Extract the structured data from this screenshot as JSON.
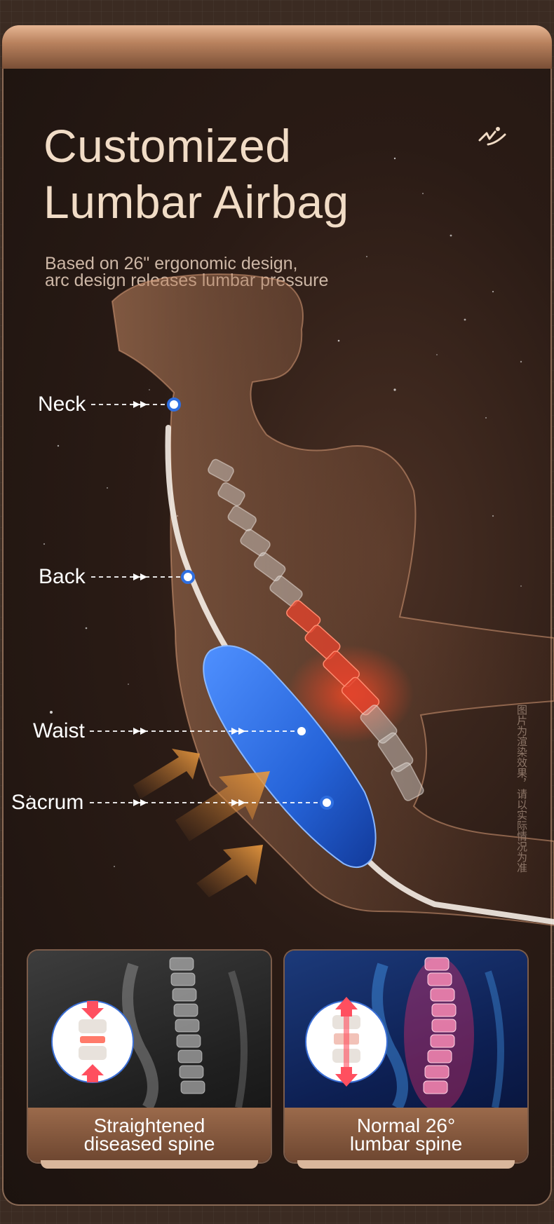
{
  "header": {
    "title_line1": "Customized",
    "title_line2": "Lumbar Airbag",
    "subtitle_line1": "Based on 26\" ergonomic design,",
    "subtitle_line2": "arc design releases lumbar pressure"
  },
  "body_points": [
    {
      "label": "Neck"
    },
    {
      "label": "Back"
    },
    {
      "label": "Waist"
    },
    {
      "label": "Sacrum"
    }
  ],
  "watermark_text": "图片为渲染效果，请以实际情况为准",
  "comparison": [
    {
      "line1": "Straightened",
      "line2": "diseased spine"
    },
    {
      "line1": "Normal 26°",
      "line2": "lumbar spine"
    }
  ],
  "colors": {
    "accent_gold": "#c88a5c",
    "airbag_blue": "#2f6fe0",
    "spine_red": "#e0422c",
    "title_cream": "#f1dcc6"
  },
  "icons": [
    "brand-logo-icon",
    "airflow-arrow-icon",
    "compression-arrow-icon",
    "vertebra-icon"
  ]
}
